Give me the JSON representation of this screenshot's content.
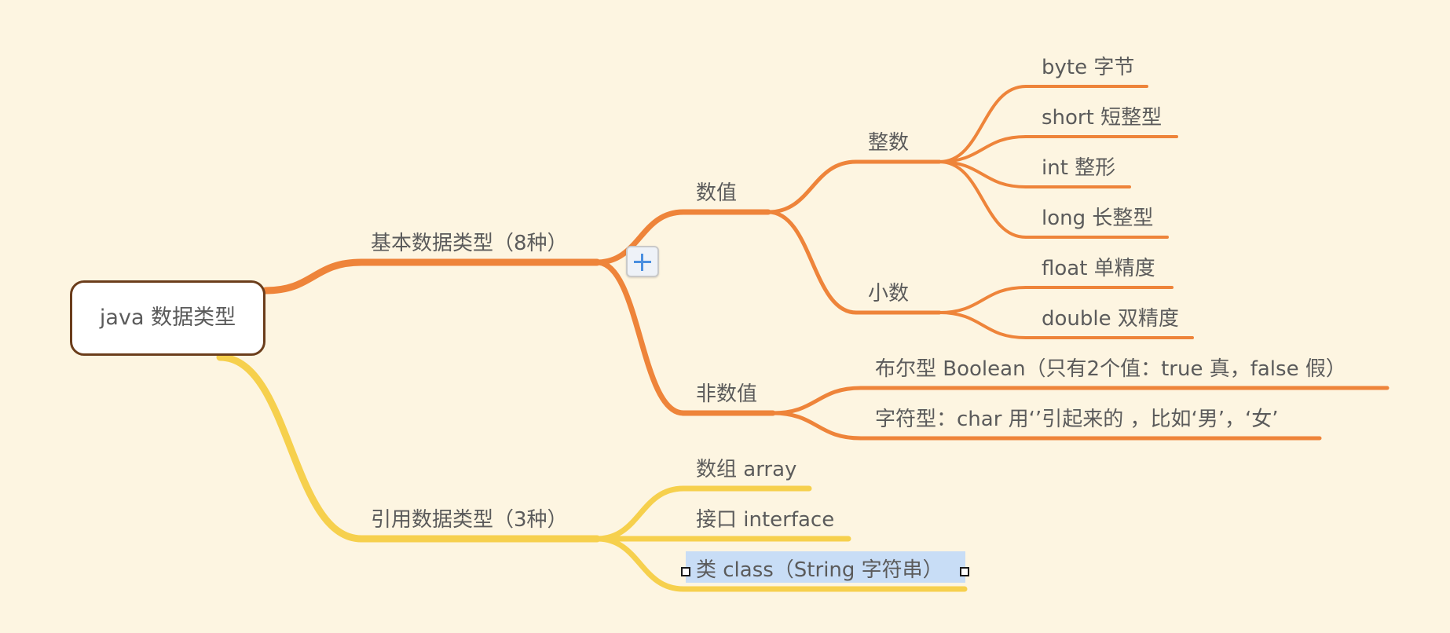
{
  "colors": {
    "background": "#fdf5e1",
    "branch_basic": "#ee843a",
    "branch_reference": "#f6d04d",
    "text": "#5b5b5b",
    "root_border": "#6b3d1b",
    "selection": "#c8ddf6",
    "expand_icon": "#4a8fe0"
  },
  "root": {
    "label": "java 数据类型"
  },
  "basic": {
    "label": "基本数据类型（8种）",
    "numeric": {
      "label": "数值",
      "integer": {
        "label": "整数",
        "items": [
          "byte 字节",
          "short 短整型",
          "int 整形",
          "long 长整型"
        ]
      },
      "decimal": {
        "label": "小数",
        "items": [
          "float 单精度",
          "double 双精度"
        ]
      }
    },
    "non_numeric": {
      "label": "非数值",
      "items": [
        "布尔型 Boolean（只有2个值：true 真，false 假）",
        "字符型：char 用‘’引起来的 ，比如‘男’，‘女’"
      ]
    }
  },
  "reference": {
    "label": "引用数据类型（3种）",
    "items": [
      "数组 array",
      "接口 interface",
      "类 class（String 字符串）"
    ]
  },
  "expand_button": {
    "icon": "plus-icon"
  }
}
